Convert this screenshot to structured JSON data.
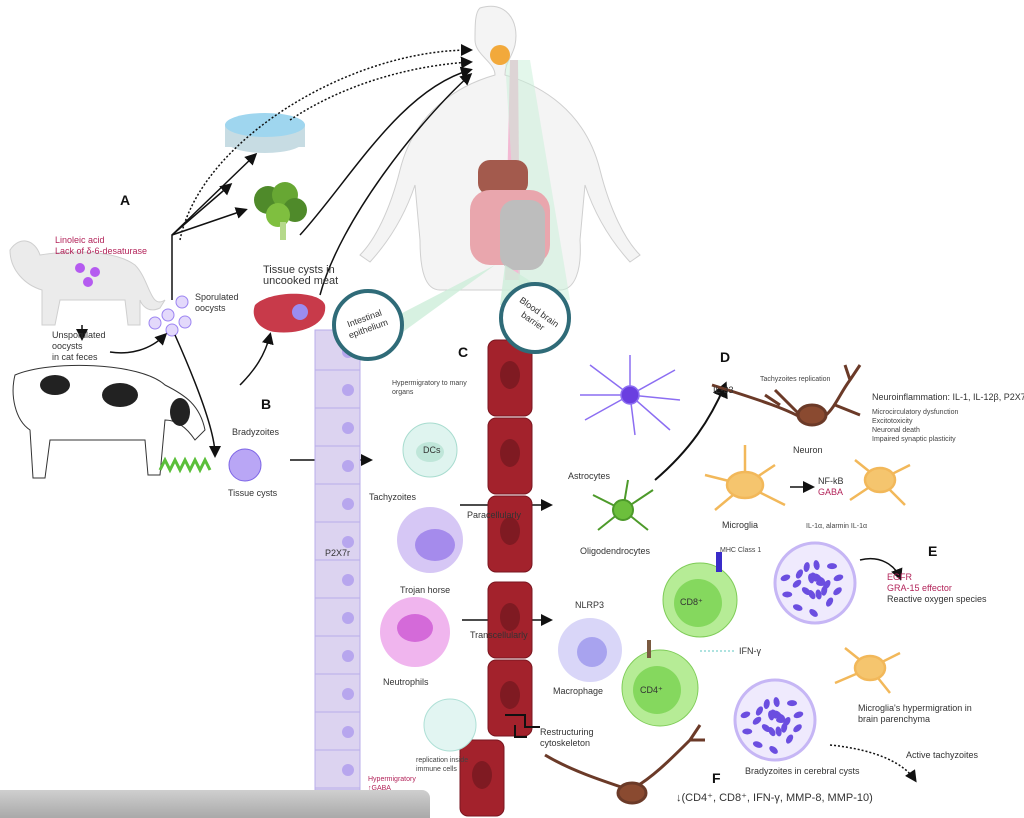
{
  "panels": {
    "a": "A",
    "b": "B",
    "c": "C",
    "d": "D",
    "e": "E",
    "f": "F"
  },
  "labels": {
    "cat_factors": [
      "Linoleic acid",
      "Lack of δ-6-desaturase"
    ],
    "unsporulated": [
      "Unsporulated",
      "oocysts",
      "in cat feces"
    ],
    "sporulated": [
      "Sporulated",
      "oocysts"
    ],
    "tissue_cysts_meat": [
      "Tissue cysts in",
      "uncooked meat"
    ],
    "intestinal_epithelium": [
      "Intestinal",
      "epithelium"
    ],
    "blood_brain_barrier": [
      "Blood brain",
      "barrier"
    ],
    "bradyzoites": "Bradyzoites",
    "tissue_cysts": "Tissue cysts",
    "hypermigratory_organs": [
      "Hypermigratory to many",
      "organs"
    ],
    "dcs": "DCs",
    "tachyzoites": "Tachyzoites",
    "p2x7r": "P2X7r",
    "paracellularly": "Paracellularly",
    "trojan_horse": "Trojan horse",
    "transcellularly": "Transcellularly",
    "neutrophils": "Neutrophils",
    "replication_immune": [
      "replication inside",
      "immune cells"
    ],
    "hypermigratory_gaba": [
      "Hypermigratory",
      "↑GABA"
    ],
    "restructuring": [
      "Restructuring",
      "cytoskeleton"
    ],
    "astrocytes": "Astrocytes",
    "oligodendrocytes": "Oligodendrocytes",
    "nlrp3": "NLRP3",
    "macrophage": "Macrophage",
    "mhc": "MHC Class 1",
    "cd8": "CD8⁺",
    "cd4": "CD4⁺",
    "ifn": "IFN-γ",
    "il33": "IL-33",
    "tachy_replication": "Tachyzoites replication",
    "neuron": "Neuron",
    "neuroinflammation": "Neuroinflammation: IL-1, IL-12β, P2X7",
    "neuro_effects": [
      "Microcirculatory dysfunction",
      "Excitotoxicity",
      "Neuronal death",
      "Impaired synaptic plasticity"
    ],
    "nfkb": "NF-kB",
    "gaba": "GABA",
    "microglia": "Microglia",
    "il1": "IL-1α, alarmin IL-1α",
    "egfr": "EGFR",
    "gra15": "GRA-15 effector",
    "ros": "Reactive oxygen species",
    "microglia_hyper": [
      "Microglia's hypermigration in",
      "brain parenchyma"
    ],
    "bradyzoites_cerebral": "Bradyzoites in cerebral cysts",
    "active_tachy": "Active tachyzoites",
    "f_text": "↓(CD4⁺, CD8⁺, IFN-γ, MMP-8, MMP-10)"
  },
  "colors": {
    "vessel": "#a3222c",
    "epithelium": "#dcd3f0",
    "teal": "#2f6b78",
    "tachyzoite": "#1a1fc9",
    "label_red": "#b3245a",
    "cd_green": "#9ee07a"
  }
}
